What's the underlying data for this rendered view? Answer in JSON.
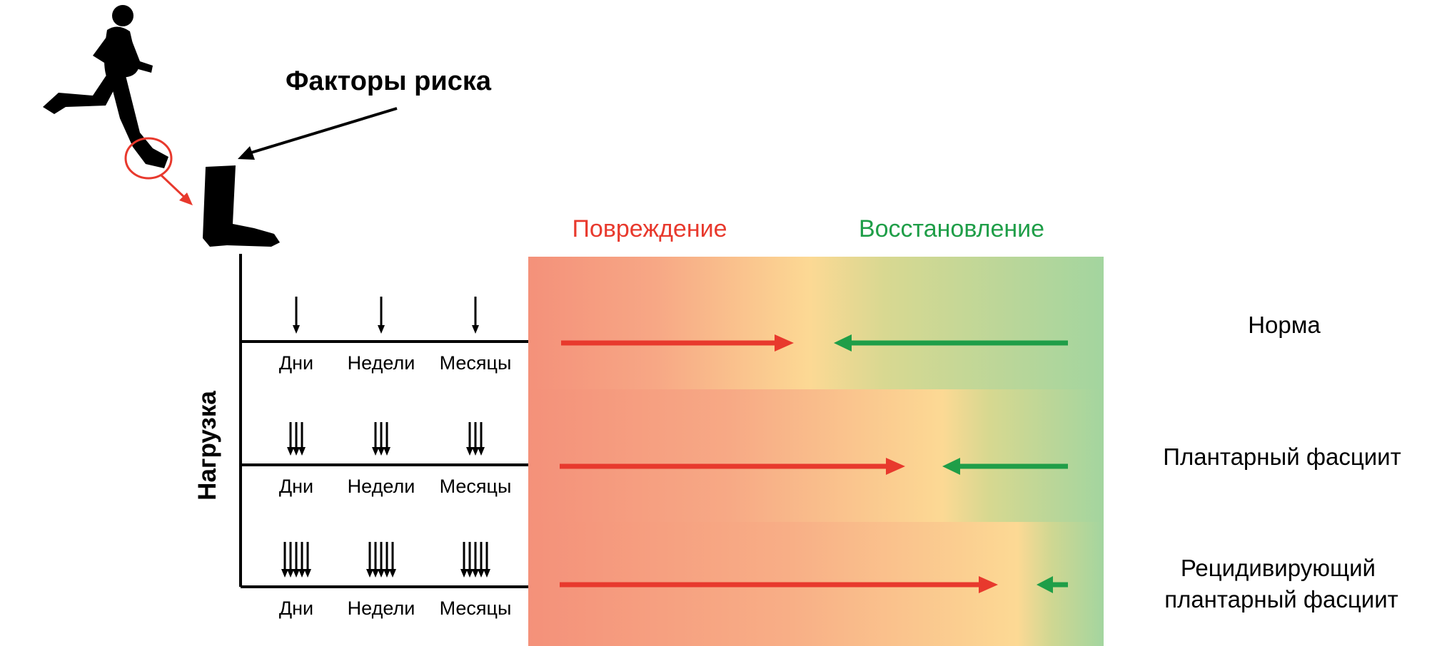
{
  "diagram": {
    "risk_factors_label": "Факторы риска",
    "load_axis_label": "Нагрузка",
    "zones": {
      "damage": "Повреждение",
      "recovery": "Восстановление"
    },
    "time_units": [
      "Дни",
      "Недели",
      "Месяцы"
    ],
    "rows": [
      {
        "condition": [
          "Норма"
        ],
        "arrows_per_unit": 1
      },
      {
        "condition": [
          "Плантарный фасциит"
        ],
        "arrows_per_unit": 3
      },
      {
        "condition": [
          "Рецидивирующий",
          "плантарный фасциит"
        ],
        "arrows_per_unit": 5
      }
    ],
    "colors": {
      "damage": "#e8392d",
      "recovery": "#1f9e48",
      "gradient_red": "#f4917a",
      "gradient_yellow": "#fcd994",
      "gradient_green": "#a3d59f",
      "highlight_circle": "#e8392d"
    }
  }
}
